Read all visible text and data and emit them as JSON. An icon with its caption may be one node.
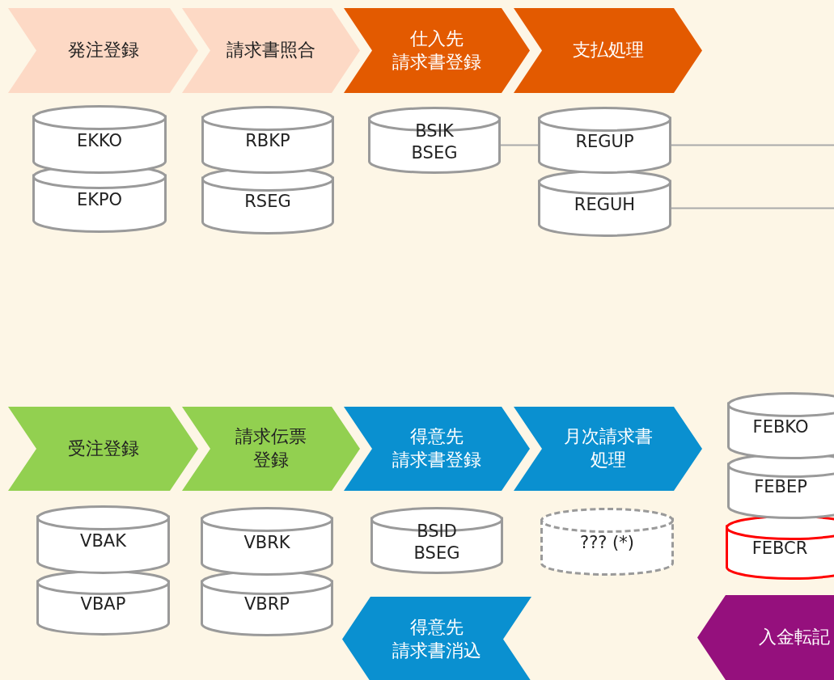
{
  "diagram": {
    "nodes": [
      {
        "text": [
          "発注登録"
        ]
      },
      {
        "text": [
          "請求書照合"
        ]
      },
      {
        "text": [
          "仕入先請求書登録"
        ]
      },
      {
        "text": [
          "支払処理"
        ]
      },
      {
        "text": [
          "EKKO"
        ]
      },
      {
        "text": [
          "EKPO"
        ]
      },
      {
        "text": [
          "RBKP"
        ]
      },
      {
        "text": [
          "RSEG"
        ]
      },
      {
        "text": [
          "BSIK BSEG"
        ]
      },
      {
        "text": [
          "REGUP"
        ]
      },
      {
        "text": [
          "REGUH"
        ]
      },
      {
        "text": [
          "受注登録"
        ]
      },
      {
        "text": [
          "請求伝票登録"
        ]
      },
      {
        "text": [
          "得意先請求書登録"
        ]
      },
      {
        "text": [
          "月次請求書処理"
        ]
      },
      {
        "text": [
          "FEBKO"
        ]
      },
      {
        "text": [
          "FEBEP"
        ]
      },
      {
        "text": [
          "FEBCR"
        ]
      },
      {
        "text": [
          "VBAK"
        ]
      },
      {
        "text": [
          "VBAP"
        ]
      },
      {
        "text": [
          "VBRK"
        ]
      },
      {
        "text": [
          "VBRP"
        ]
      },
      {
        "text": [
          "BSID BSEG"
        ]
      },
      {
        "text": [
          "??? (*)"
        ]
      },
      {
        "text": [
          "得意先請求書消込"
        ]
      },
      {
        "text": [
          "入金転記"
        ]
      }
    ],
    "edges": [
      {
        "from": 8,
        "to": 9,
        "arrow": "none"
      },
      {
        "from": 9,
        "to": null,
        "arrow": "none"
      },
      {
        "from": 10,
        "to": null,
        "arrow": "none"
      }
    ]
  }
}
